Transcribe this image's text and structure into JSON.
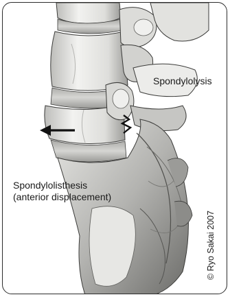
{
  "labels": {
    "spondylolysis": "Spondylolysis",
    "spondylolisthesis_line1": "Spondylolisthesis",
    "spondylolisthesis_line2": "(anterior displacement)"
  },
  "credit": "© Ryo Sakai 2007",
  "colors": {
    "bone_light": "#ececea",
    "bone_mid": "#cfcfcc",
    "bone_dark": "#8f8f8c",
    "bone_shadow": "#5e5e5b",
    "outline": "#3a3a38",
    "arrow": "#111111",
    "frame": "#2b2b2b"
  },
  "icons": {
    "arrow": "left-arrow-icon",
    "fracture": "fracture-mark-icon"
  }
}
